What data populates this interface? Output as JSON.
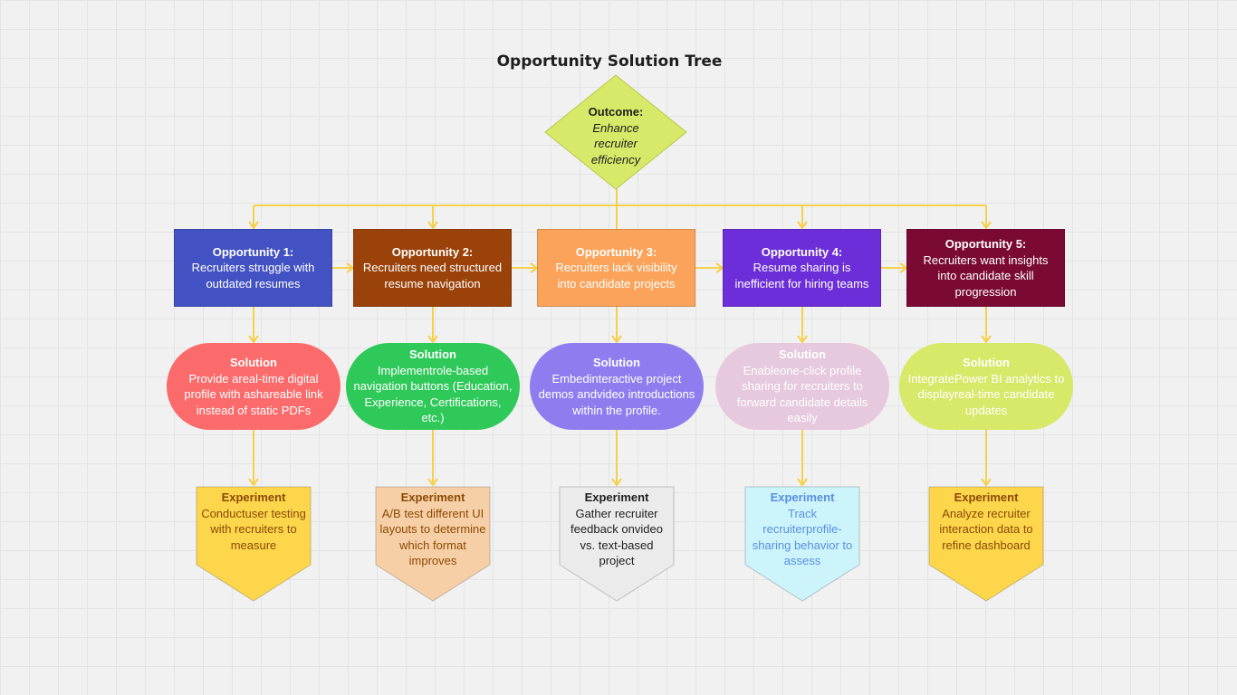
{
  "diagram": {
    "title": "Opportunity Solution Tree",
    "outcome": {
      "heading": "Outcome:",
      "text": "Enhance recruiter efficiency",
      "color": "#d8e868"
    },
    "connector_color": "#f5d04a",
    "opportunities": [
      {
        "heading": "Opportunity 1:",
        "text": "Recruiters struggle with outdated resumes",
        "color": "#4252c3",
        "text_color": "#ffffff"
      },
      {
        "heading": "Opportunity 2:",
        "text": "Recruiters need structured resume navigation",
        "color": "#9a4209",
        "text_color": "#ffffff"
      },
      {
        "heading": "Opportunity 3:",
        "text": "Recruiters lack visibility into candidate projects",
        "color": "#fba35a",
        "text_color": "#ffffff"
      },
      {
        "heading": "Opportunity 4:",
        "text": "Resume sharing is inefficient for hiring teams",
        "color": "#6c2ed8",
        "text_color": "#ffffff"
      },
      {
        "heading": "Opportunity 5:",
        "text": "Recruiters want insights into candidate skill progression",
        "color": "#7a0a33",
        "text_color": "#ffffff"
      }
    ],
    "solutions": [
      {
        "heading": "Solution",
        "text": "Provide areal-time digital profile with ashareable link instead of static PDFs",
        "color": "#fb6b6b",
        "text_color": "#ffffff"
      },
      {
        "heading": "Solution",
        "text": "Implementrole-based navigation buttons (Education, Experience, Certifications, etc.)",
        "color": "#2fc95a",
        "text_color": "#ffffff"
      },
      {
        "heading": "Solution",
        "text": "Embedinteractive project demos andvideo introductions within the profile.",
        "color": "#8f7df0",
        "text_color": "#ffffff"
      },
      {
        "heading": "Solution",
        "text": "Enableone-click profile sharing for recruiters to forward candidate details easily",
        "color": "#e6c9dd",
        "text_color": "#ffffff"
      },
      {
        "heading": "Solution",
        "text": "IntegratePower BI analytics to displayreal-time candidate updates",
        "color": "#d8e868",
        "text_color": "#ffffff"
      }
    ],
    "experiments": [
      {
        "heading": "Experiment",
        "text": "Conductuser testing with recruiters to measure",
        "color": "#fdd64c",
        "text_color": "#8a4a06"
      },
      {
        "heading": "Experiment",
        "text": "A/B test different UI layouts to determine which format improves",
        "color": "#f7cfa6",
        "text_color": "#8a4a06"
      },
      {
        "heading": "Experiment",
        "text": "Gather recruiter feedback onvideo vs. text-based project",
        "color": "#ebebeb",
        "text_color": "#1e1e1e"
      },
      {
        "heading": "Experiment",
        "text": "Track recruiterprofile-sharing behavior to assess",
        "color": "#cdf4fb",
        "text_color": "#5a8fe0"
      },
      {
        "heading": "Experiment",
        "text": "Analyze recruiter interaction data to refine dashboard",
        "color": "#fdd64c",
        "text_color": "#8a4a06"
      }
    ]
  }
}
